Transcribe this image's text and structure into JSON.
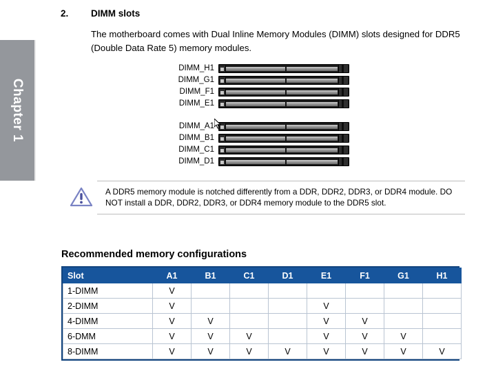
{
  "sidebar": {
    "chapter_label": "Chapter 1"
  },
  "section": {
    "number": "2.",
    "title": "DIMM slots",
    "body": "The motherboard comes with Dual Inline Memory Modules (DIMM) slots designed for DDR5 (Double Data Rate 5) memory modules."
  },
  "diagram": {
    "group_top": [
      {
        "label": "DIMM_H1"
      },
      {
        "label": "DIMM_G1"
      },
      {
        "label": "DIMM_F1"
      },
      {
        "label": "DIMM_E1"
      }
    ],
    "group_bottom": [
      {
        "label": "DIMM_A1"
      },
      {
        "label": "DIMM_B1"
      },
      {
        "label": "DIMM_C1"
      },
      {
        "label": "DIMM_D1"
      }
    ]
  },
  "note": {
    "icon": "warning-triangle-icon",
    "text": "A DDR5 memory module is notched differently from a DDR, DDR2, DDR3, or DDR4 module. DO NOT install a DDR, DDR2, DDR3, or DDR4 memory module to the DDR5 slot."
  },
  "table": {
    "heading": "Recommended memory configurations",
    "columns": [
      "Slot",
      "A1",
      "B1",
      "C1",
      "D1",
      "E1",
      "F1",
      "G1",
      "H1"
    ],
    "mark": "V",
    "rows": [
      {
        "name": "1-DIMM",
        "cells": [
          "V",
          "",
          "",
          "",
          "",
          "",
          "",
          ""
        ]
      },
      {
        "name": "2-DIMM",
        "cells": [
          "V",
          "",
          "",
          "",
          "V",
          "",
          "",
          ""
        ]
      },
      {
        "name": "4-DIMM",
        "cells": [
          "V",
          "V",
          "",
          "",
          "V",
          "V",
          "",
          ""
        ]
      },
      {
        "name": "6-DMM",
        "cells": [
          "V",
          "V",
          "V",
          "",
          "V",
          "V",
          "V",
          ""
        ]
      },
      {
        "name": "8-DIMM",
        "cells": [
          "V",
          "V",
          "V",
          "V",
          "V",
          "V",
          "V",
          "V"
        ]
      }
    ]
  },
  "colors": {
    "table_header_blue": "#17559c",
    "table_border_navy": "#12447e",
    "sidebar_gray": "#94979c",
    "warning_icon": "#6b74b8"
  }
}
